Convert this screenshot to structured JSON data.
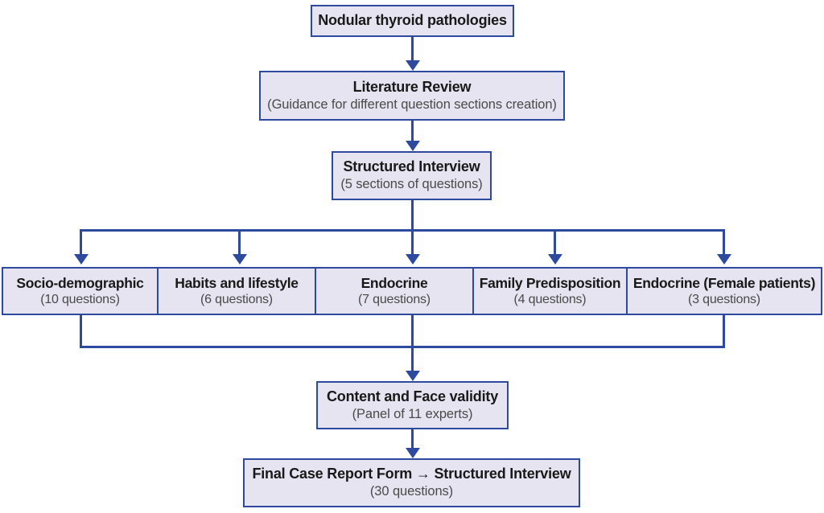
{
  "diagram": {
    "title": "Structured interview / case report form development flowchart",
    "colors": {
      "box_fill": "#e5e4f0",
      "box_border": "#2d4a9e",
      "connector": "#2d4a9e",
      "title_text": "#191919",
      "sub_text": "#4a4a4a",
      "background": "#ffffff"
    },
    "nodes": {
      "root": {
        "title": "Nodular thyroid pathologies",
        "sub": ""
      },
      "literature_review": {
        "title": "Literature Review",
        "sub": "(Guidance for different question sections creation)"
      },
      "structured_interview": {
        "title": "Structured Interview",
        "sub": "(5 sections of questions)"
      },
      "content_face_validity": {
        "title": "Content and Face validity",
        "sub": "(Panel of 11 experts)"
      },
      "final_form": {
        "title": "Final Case Report Form → Structured Interview",
        "sub": "(30 questions)"
      }
    },
    "sections": [
      {
        "title": "Socio-demographic",
        "sub": "(10 questions)",
        "questions": 10
      },
      {
        "title": "Habits and lifestyle",
        "sub": "(6 questions)",
        "questions": 6
      },
      {
        "title": "Endocrine",
        "sub": "(7 questions)",
        "questions": 7
      },
      {
        "title": "Family Predisposition",
        "sub": "(4 questions)",
        "questions": 4
      },
      {
        "title": "Endocrine (Female patients)",
        "sub": "(3 questions)",
        "questions": 3
      }
    ]
  }
}
